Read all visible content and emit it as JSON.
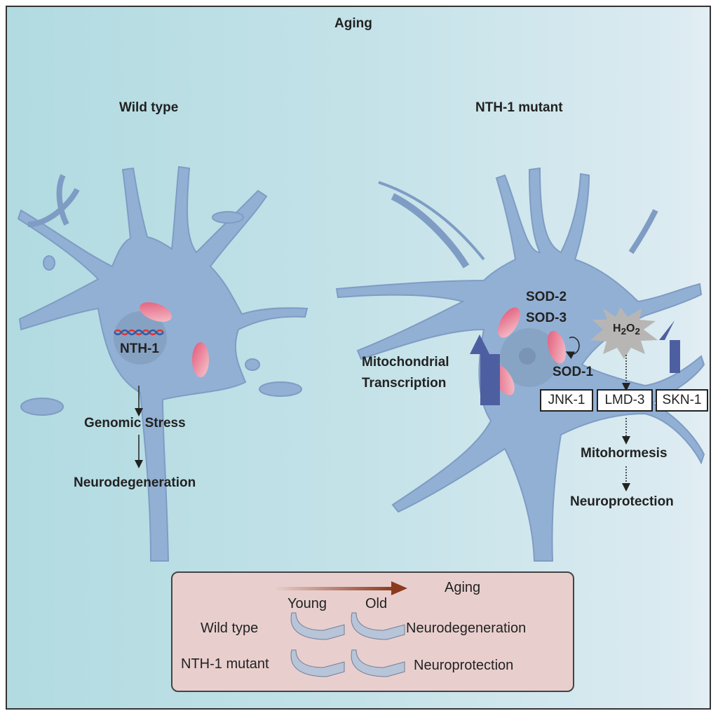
{
  "title": "Aging",
  "panels": {
    "left": {
      "title": "Wild type",
      "gene_label": "NTH-1",
      "flow": [
        "Genomic Stress",
        "Neurodegeneration"
      ]
    },
    "right": {
      "title": "NTH-1 mutant",
      "mito_label_line1": "Mitochondrial",
      "mito_label_line2": "Transcription",
      "sod_top1": "SOD-2",
      "sod_top2": "SOD-3",
      "sod_bottom": "SOD-1",
      "ros_label": "H2O2",
      "pathway_boxes": [
        "JNK-1",
        "LMD-3",
        "SKN-1"
      ],
      "flow": [
        "Mitohormesis",
        "Neuroprotection"
      ]
    }
  },
  "legend": {
    "axis_label": "Aging",
    "columns": [
      "Young",
      "Old"
    ],
    "rows": [
      {
        "label": "Wild type",
        "outcome": "Neurodegeneration"
      },
      {
        "label": "NTH-1 mutant",
        "outcome": "Neuroprotection"
      }
    ]
  },
  "colors": {
    "neuron": "#92b0d4",
    "neuron_outline": "#7f9cc4",
    "mitochondria": "#e0607a",
    "up_arrow": "#4e5fa1",
    "legend_bg": "#e8cfcd",
    "aging_arrow": "#8b3a1e"
  }
}
